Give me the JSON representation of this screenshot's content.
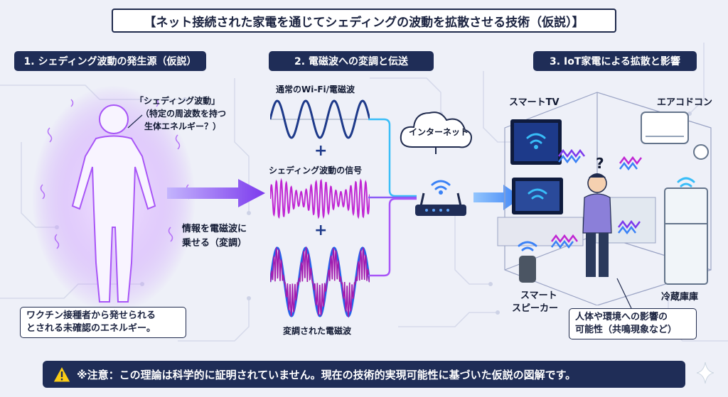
{
  "title": "【ネット接続された家電を通じてシェディングの波動を拡散させる技術（仮説）】",
  "sections": [
    {
      "label": "1. シェディング波動の発生源（仮説）"
    },
    {
      "label": "2. 電磁波への変調と伝送"
    },
    {
      "label": "3. IoT家電による拡散と影響"
    }
  ],
  "source": {
    "wave_label_line1": "「シェディング波動」",
    "wave_label_line2": "（特定の周波数を持つ",
    "wave_label_line3": "生体エネルギー？）",
    "callout_line1": "ワクチン接種者から発せられる",
    "callout_line2": "とされる未確認のエネルギー。"
  },
  "modulation": {
    "arrow_label_line1": "情報を電磁波に",
    "arrow_label_line2": "乗せる（変調）",
    "carrier_label": "通常のWi-Fi/電磁波",
    "signal_label": "シェディング波動の信号",
    "modulated_label": "変調された電磁波",
    "plus": "+",
    "cloud_label": "インターネット"
  },
  "iot": {
    "tv_label": "スマートTV",
    "ac_label": "エアコドコン",
    "fridge_label": "冷蔵庫庫",
    "speaker_label_line1": "スマート",
    "speaker_label_line2": "スピーカー",
    "question": "?",
    "callout_line1": "人体や環境への影響の",
    "callout_line2": "可能性（共鳴現象など）"
  },
  "warning": {
    "text": "※注意：この理論は科学的に証明されていません。現在の技術的実現可能性に基づいた仮説の図解です。"
  },
  "colors": {
    "navy": "#1f2d57",
    "carrier_blue": "#1e3a8a",
    "signal_magenta": "#c026d3",
    "arrow_purple": "#7c3aed",
    "arrow_blue": "#3b82f6"
  }
}
